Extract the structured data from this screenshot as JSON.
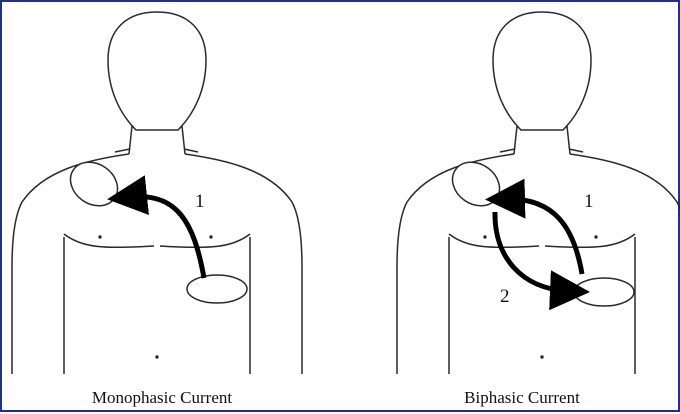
{
  "panels": [
    {
      "caption": "Monophasic Current",
      "arrow_labels": [
        "1"
      ]
    },
    {
      "caption": "Biphasic Current",
      "arrow_labels": [
        "1",
        "2"
      ]
    }
  ],
  "colors": {
    "border": "#1e2f8c",
    "outline": "#2a2a2a",
    "arrow": "#000000",
    "background": "#ffffff"
  },
  "icons": {
    "torso": "torso-outline",
    "pad": "electrode-pad-ellipse",
    "arrow": "curved-current-arrow"
  }
}
